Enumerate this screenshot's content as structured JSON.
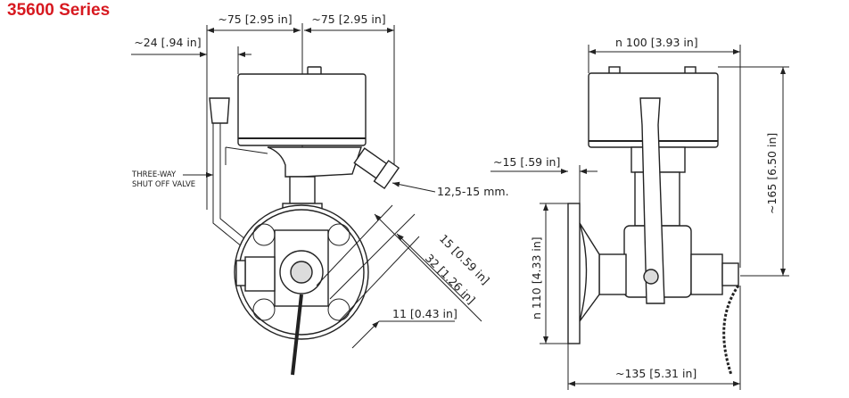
{
  "title": "35600 Series",
  "colors": {
    "title": "#d71920",
    "lines": "#222222"
  },
  "front_view": {
    "dim_left_width": "~75 [2.95 in]",
    "dim_right_width": "~75 [2.95 in]",
    "dim_handle_offset": "~24 [.94 in]",
    "label_line1": "THREE-WAY",
    "label_line2": "SHUT OFF VALVE",
    "cable_gland": "12,5-15 mm.",
    "dim_15": "15 [0.59 in]",
    "dim_32": "32 [1.26 in]",
    "dim_11": "11 [0.43 in]"
  },
  "side_view": {
    "dim_width": "n 100 [3.93 in]",
    "dim_offset": "~15 [.59 in]",
    "dim_height": "~165 [6.50 in]",
    "dim_flange": "n 110 [4.33 in]",
    "dim_depth": "~135 [5.31 in]"
  }
}
